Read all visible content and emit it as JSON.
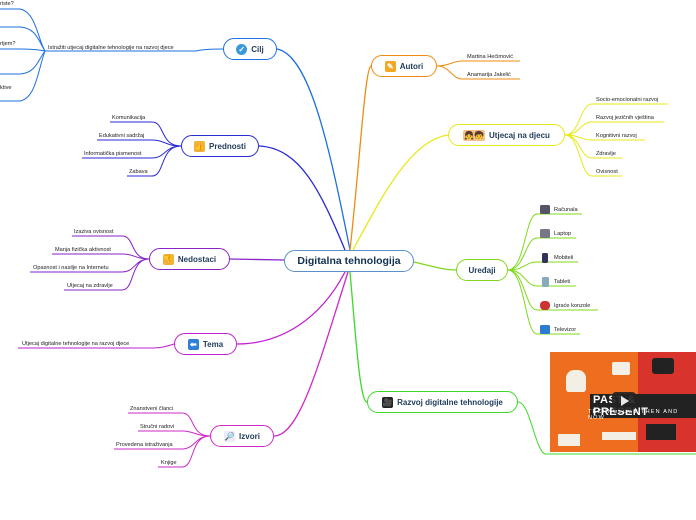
{
  "central": {
    "label": "Digitalna tehnologija"
  },
  "branches": {
    "cilj": {
      "label": "Cilj",
      "leaves": [
        "Istražiti utjecaj digitalne tehnologije na razvoj djece"
      ],
      "cut_leaves": [
        "riste?",
        "",
        "rtjem?",
        "",
        "ktive",
        ""
      ]
    },
    "prednosti": {
      "label": "Prednosti",
      "leaves": [
        "Komunikacija",
        "Edukativni sadržaj",
        "Informatička pismenost",
        "Zabava"
      ]
    },
    "nedostaci": {
      "label": "Nedostaci",
      "leaves": [
        "Izaziva ovisnost",
        "Manja fizička aktivnost",
        "Opasnost i nasilje na Internetu",
        "Utjecaj na zdravlje"
      ]
    },
    "tema": {
      "label": "Tema",
      "leaves": [
        "Utjecaj digitalne tehnologije na razvoj djece"
      ]
    },
    "izvori": {
      "label": "Izvori",
      "leaves": [
        "Znanstveni članci",
        "Stručni radovi",
        "Provedena istraživanja",
        "Knjige"
      ]
    },
    "autori": {
      "label": "Autori",
      "leaves": [
        "Martina Hećimović",
        "Anamarija Jakelić"
      ]
    },
    "utjecaj": {
      "label": "Utjecaj na djecu",
      "leaves": [
        "Socio-emocionalni razvoj",
        "Razvoj jezičnih vještina",
        "Kognitivni razvoj",
        "Zdravlje",
        "Ovisnost"
      ]
    },
    "uredaji": {
      "label": "Uređaji",
      "leaves": [
        "Računala",
        "Laptop",
        "Mobiteli",
        "Tableti",
        "Igraće konzole",
        "Televizor"
      ]
    },
    "razvoj": {
      "label": "Razvoj digitalne tehnologije",
      "video_title": "PAST & PRESENT",
      "video_subtitle": "TECHNOLOGY THEN AND NOW"
    }
  },
  "colors": {
    "cilj": "#1e6fe0",
    "prednosti": "#2a2bd6",
    "nedostaci": "#8a22c9",
    "tema": "#c21fd2",
    "izvori": "#d028c8",
    "autori": "#f08a12",
    "utjecaj": "#e8e81a",
    "uredaji": "#7fd81b",
    "razvoj": "#3ed82a"
  },
  "icons": {
    "cilj": "check-circle-icon",
    "prednosti": "thumbs-up-icon",
    "nedostaci": "thumbs-down-icon",
    "tema": "back-arrow-icon",
    "izvori": "magnifier-icon",
    "autori": "pencil-icon",
    "utjecaj": "children-icon",
    "uredaji": "devices-icon",
    "razvoj": "film-camera-icon"
  }
}
